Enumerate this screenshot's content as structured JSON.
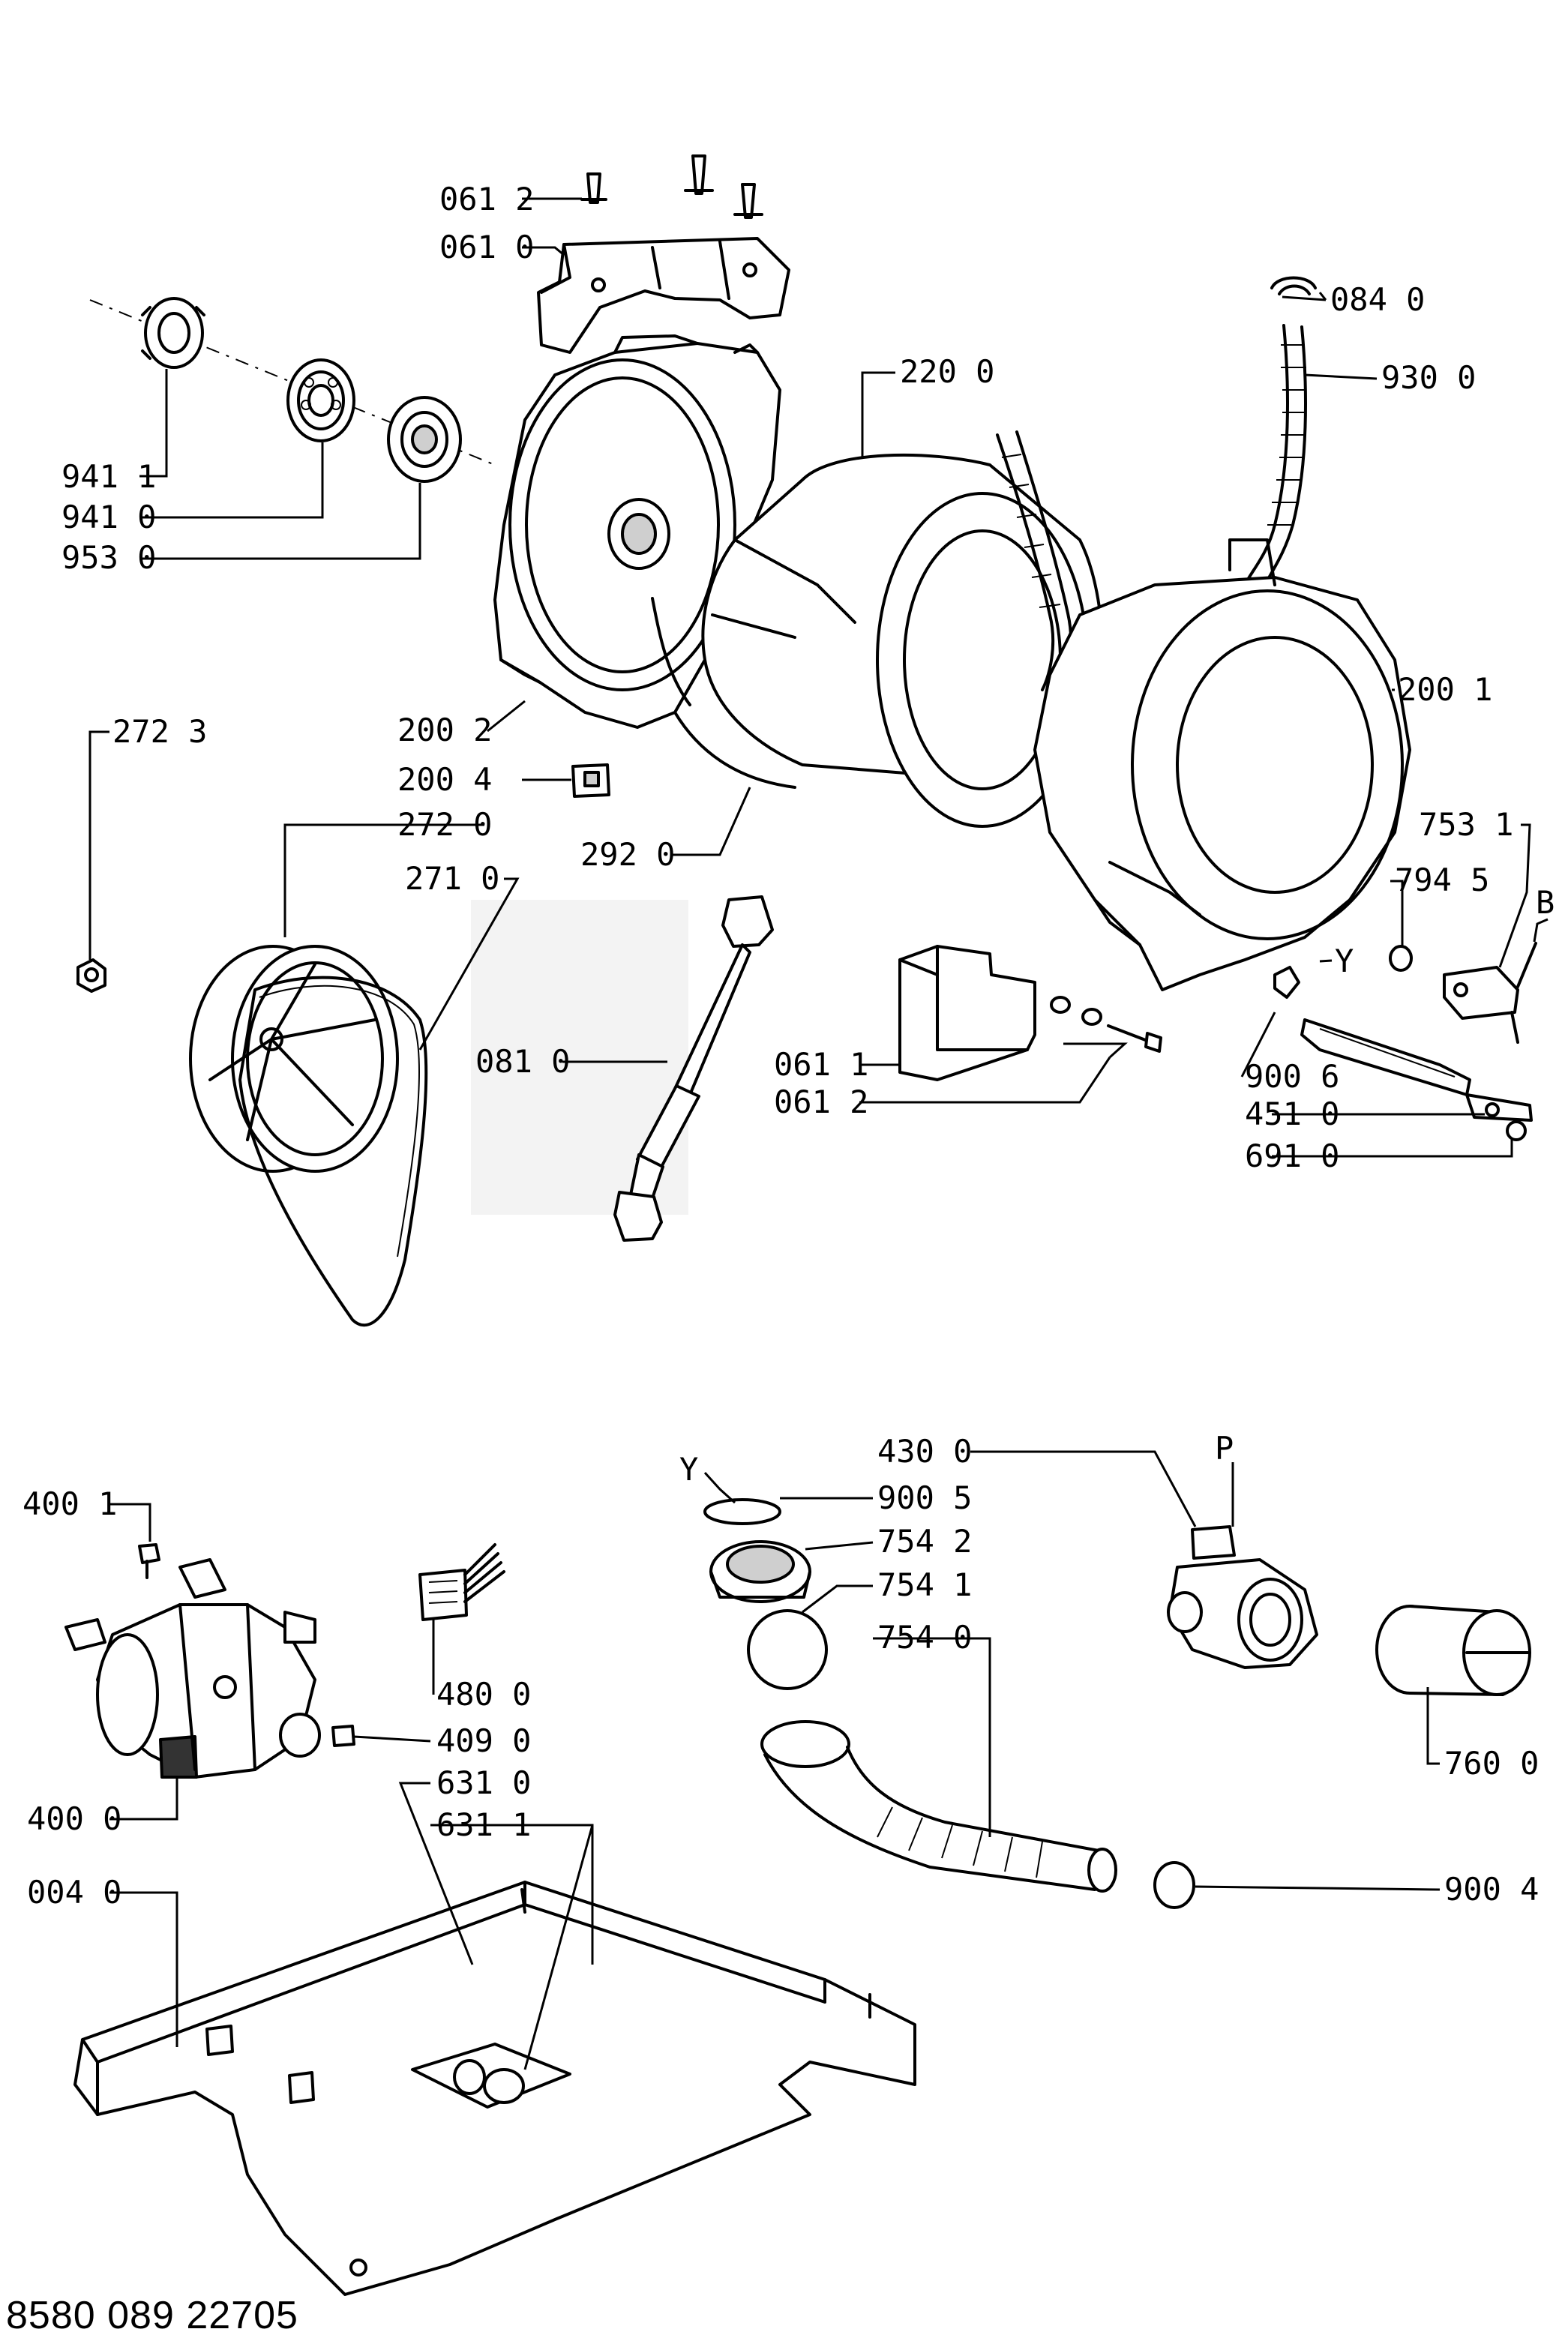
{
  "document_number": "8580 089 22705",
  "callouts": {
    "p0612a": "061 2",
    "p0610": "061 0",
    "p0840": "084 0",
    "p2200": "220 0",
    "p9300": "930 0",
    "p9411": "941 1",
    "p9410": "941 0",
    "p9530": "953 0",
    "p2002": "200 2",
    "p2001": "200 1",
    "p2723": "272 3",
    "p2004": "200 4",
    "p2720": "272 0",
    "p2920": "292 0",
    "p2710": "271 0",
    "p7531": "753 1",
    "p7945": "794 5",
    "marker_b": "B",
    "marker_y1": "Y",
    "p0810": "081 0",
    "p0611": "061 1",
    "p0612b": "061 2",
    "p9006": "900 6",
    "p4510": "451 0",
    "p6910": "691 0",
    "p4300": "430 0",
    "marker_p": "P",
    "marker_y2": "Y",
    "p9005": "900 5",
    "p4001": "400 1",
    "p7542": "754 2",
    "p7541": "754 1",
    "p7540": "754 0",
    "p4800": "480 0",
    "p4090": "409 0",
    "p7600": "760 0",
    "p6310": "631 0",
    "p4000": "400 0",
    "p6311": "631 1",
    "p9004": "900 4",
    "p0040": "004 0"
  }
}
